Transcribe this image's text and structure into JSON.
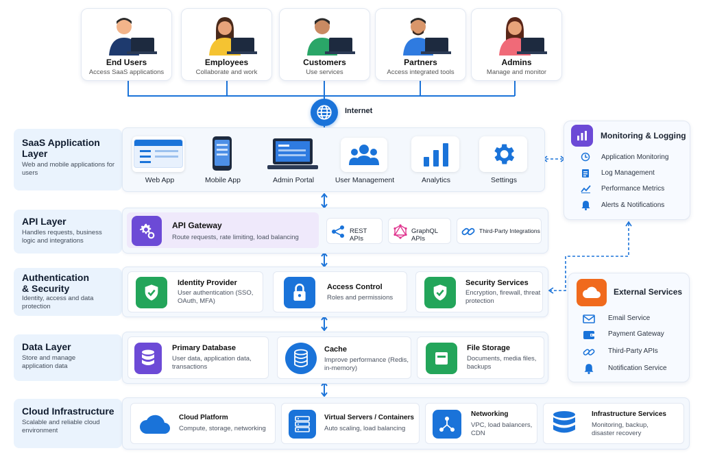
{
  "users": [
    {
      "title": "End Users",
      "sub": "Access SaaS applications"
    },
    {
      "title": "Employees",
      "sub": "Collaborate and work"
    },
    {
      "title": "Customers",
      "sub": "Use services"
    },
    {
      "title": "Partners",
      "sub": "Access integrated tools"
    },
    {
      "title": "Admins",
      "sub": "Manage and monitor"
    }
  ],
  "internet": "Internet",
  "layers": {
    "saas": {
      "title": "SaaS Application Layer",
      "desc": "Web and mobile applications for users",
      "items": [
        "Web App",
        "Mobile App",
        "Admin Portal",
        "User Management",
        "Analytics",
        "Settings"
      ]
    },
    "api": {
      "title": "API Layer",
      "desc": "Handles requests, business logic and integrations",
      "gateway_title": "API Gateway",
      "gateway_sub": "Route requests, rate limiting, load balancing",
      "chips": [
        "REST APIs",
        "GraphQL APIs",
        "Third-Party Integrations"
      ]
    },
    "auth": {
      "title": "Authentication & Security",
      "desc": "Identity, access and data protection",
      "items": [
        {
          "title": "Identity Provider",
          "sub": "User authentication (SSO, OAuth, MFA)"
        },
        {
          "title": "Access Control",
          "sub": "Roles and permissions"
        },
        {
          "title": "Security Services",
          "sub": "Encryption, firewall, threat protection"
        }
      ]
    },
    "data": {
      "title": "Data Layer",
      "desc": "Store and manage application data",
      "items": [
        {
          "title": "Primary Database",
          "sub": "User data, application data, transactions"
        },
        {
          "title": "Cache",
          "sub": "Improve performance (Redis, in-memory)"
        },
        {
          "title": "File Storage",
          "sub": "Documents, media files, backups"
        }
      ]
    },
    "cloud": {
      "title": "Cloud Infrastructure",
      "desc": "Scalable and reliable cloud environment",
      "items": [
        {
          "title": "Cloud Platform",
          "sub": "Compute, storage, networking"
        },
        {
          "title": "Virtual Servers / Containers",
          "sub": "Auto scaling, load balancing"
        },
        {
          "title": "Networking",
          "sub": "VPC, load balancers, CDN"
        },
        {
          "title": "Infrastructure Services",
          "sub": "Monitoring, backup, disaster recovery"
        }
      ]
    }
  },
  "monitoring": {
    "title": "Monitoring & Logging",
    "items": [
      "Application Monitoring",
      "Log Management",
      "Performance Metrics",
      "Alerts & Notifications"
    ]
  },
  "external": {
    "title": "External Services",
    "items": [
      "Email Service",
      "Payment Gateway",
      "Third-Party APIs",
      "Notification Service"
    ]
  },
  "colors": {
    "primary": "#1a73d9",
    "purple": "#6c4ad6",
    "green": "#23a55a",
    "orange": "#f06a1d"
  }
}
